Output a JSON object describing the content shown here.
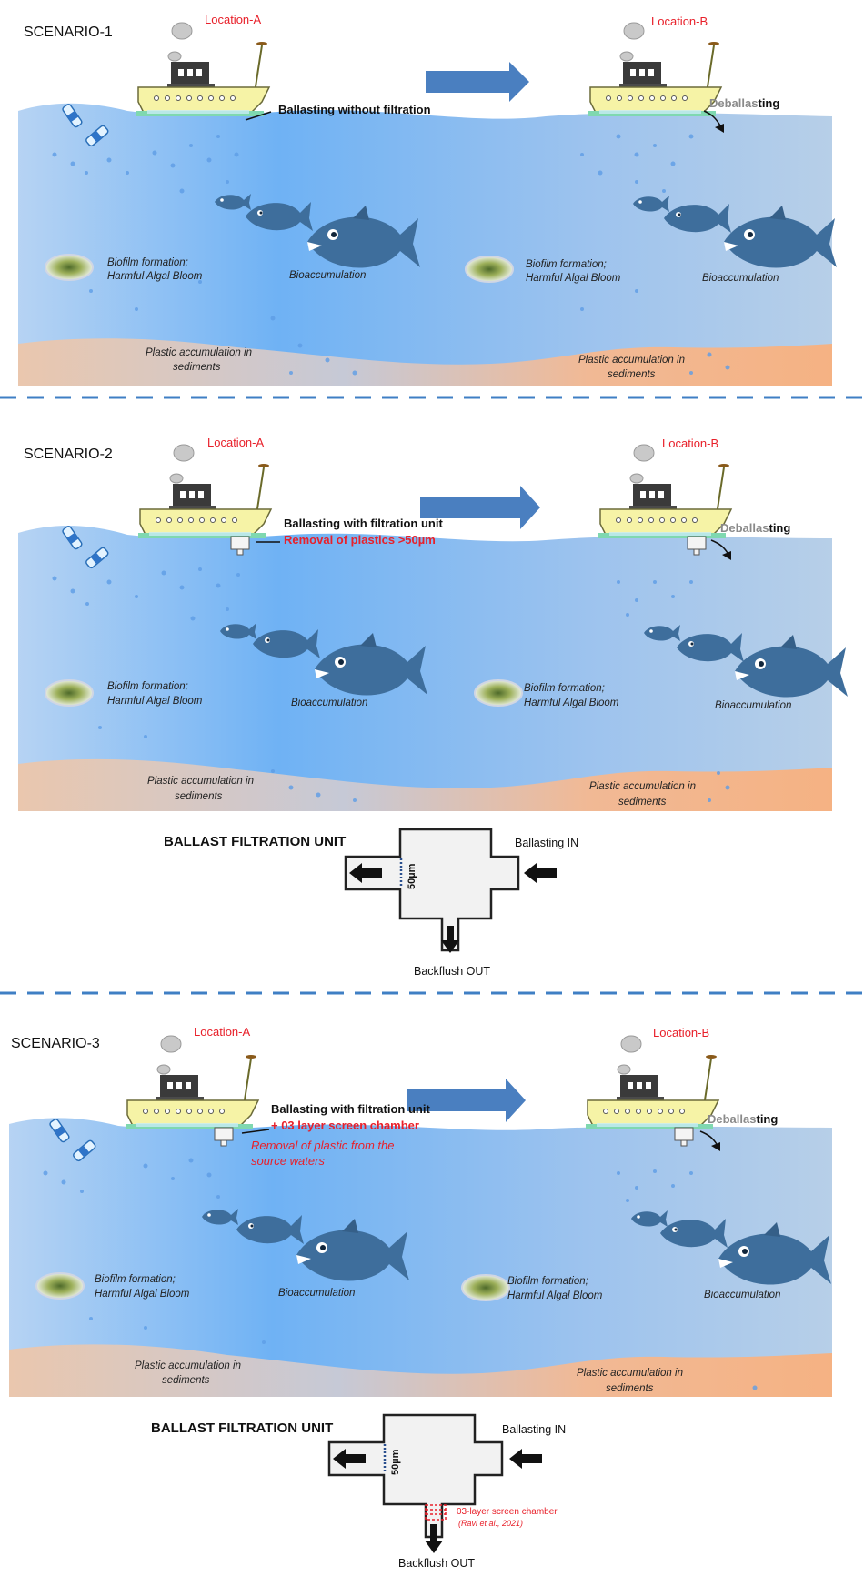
{
  "colors": {
    "water_top": "#a3c7ee",
    "water_mid": "#6aaef2",
    "sediment": "#f3b58a",
    "ship_hull": "#f6f3a6",
    "ship_cabin": "#3c3c3c",
    "fish": "#3e6e9c",
    "arrow_blue": "#4a7fc0",
    "divider": "#3f7fc4",
    "red_text": "#e8202a",
    "bubble": "#6aa3e8"
  },
  "scenarios": [
    {
      "title": "SCENARIO-1",
      "location_a": "Location-A",
      "location_b": "Location-B",
      "callout_line1": "Ballasting without filtration",
      "callout_line2": "",
      "callout_line3": "",
      "deballasting_prefix": "Deballas",
      "deballasting_suffix": "ting",
      "left_biofilm_line1": "Biofilm formation;",
      "left_biofilm_line2": "Harmful Algal Bloom",
      "right_biofilm_line1": "Biofilm formation;",
      "right_biofilm_line2": "Harmful Algal Bloom",
      "left_bioaccumulation": "Bioaccumulation",
      "right_bioaccumulation": "Bioaccumulation",
      "left_sediment_line1": "Plastic accumulation in",
      "left_sediment_line2": "sediments",
      "right_sediment_line1": "Plastic accumulation in",
      "right_sediment_line2": "sediments"
    },
    {
      "title": "SCENARIO-2",
      "location_a": "Location-A",
      "location_b": "Location-B",
      "callout_line1": "Ballasting with filtration unit",
      "callout_line2": "Removal of plastics >50µm",
      "callout_line3": "",
      "deballasting_prefix": "Deballas",
      "deballasting_suffix": "ting",
      "left_biofilm_line1": "Biofilm formation;",
      "left_biofilm_line2": "Harmful Algal Bloom",
      "right_biofilm_line1": "Biofilm formation;",
      "right_biofilm_line2": "Harmful Algal Bloom",
      "left_bioaccumulation": "Bioaccumulation",
      "right_bioaccumulation": "Bioaccumulation",
      "left_sediment_line1": "Plastic accumulation in",
      "left_sediment_line2": "sediments",
      "right_sediment_line1": "Plastic accumulation in",
      "right_sediment_line2": "sediments"
    },
    {
      "title": "SCENARIO-3",
      "location_a": "Location-A",
      "location_b": "Location-B",
      "callout_line1": "Ballasting with filtration unit",
      "callout_line2": "+ 03 layer screen chamber",
      "callout_line3a": "Removal of plastic from the",
      "callout_line3b": "source waters",
      "deballasting_prefix": "Deballas",
      "deballasting_suffix": "ting",
      "left_biofilm_line1": "Biofilm formation;",
      "left_biofilm_line2": "Harmful Algal Bloom",
      "right_biofilm_line1": "Biofilm formation;",
      "right_biofilm_line2": "Harmful Algal Bloom",
      "left_bioaccumulation": "Bioaccumulation",
      "right_bioaccumulation": "Bioaccumulation",
      "left_sediment_line1": "Plastic accumulation in",
      "left_sediment_line2": "sediments",
      "right_sediment_line1": "Plastic accumulation in",
      "right_sediment_line2": "sediments"
    }
  ],
  "filtration_units": [
    {
      "title": "BALLAST FILTRATION UNIT",
      "inlet_label": "Ballasting IN",
      "outlet_label": "Backflush OUT",
      "mesh_label": "50µm"
    },
    {
      "title": "BALLAST FILTRATION UNIT",
      "inlet_label": "Ballasting IN",
      "outlet_label": "Backflush OUT",
      "mesh_label": "50µm",
      "screen_label": "03-layer screen chamber",
      "screen_ref": "(Ravi et al., 2021)"
    }
  ]
}
